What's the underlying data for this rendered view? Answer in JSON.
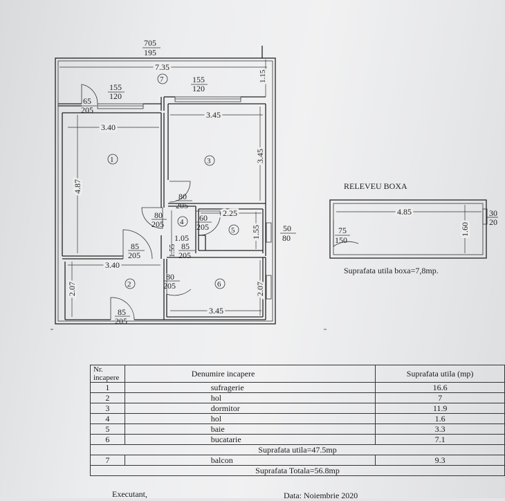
{
  "plan": {
    "overall_dim_top": "705",
    "overall_dim_bottom": "195",
    "width_label": "7.35",
    "balcony_depth": "1.15",
    "room_markers": [
      "1",
      "2",
      "3",
      "4",
      "5",
      "6",
      "7"
    ],
    "dims": {
      "r1_width": "3.40",
      "r1_height": "4.87",
      "r3_width": "3.45",
      "r3_height": "3.45",
      "r2_width": "3.40",
      "r2_height": "2.07",
      "r6_width": "3.45",
      "r6_height": "2.07",
      "r5_width": "2.25",
      "r5_height": "1.55",
      "r4_width": "1.05",
      "r4_height": "1.55"
    },
    "openings": [
      {
        "top": "155",
        "bottom": "120"
      },
      {
        "top": "155",
        "bottom": "120"
      },
      {
        "top": "65",
        "bottom": "205"
      },
      {
        "top": "80",
        "bottom": "205"
      },
      {
        "top": "80",
        "bottom": "205"
      },
      {
        "top": "60",
        "bottom": "205"
      },
      {
        "top": "85",
        "bottom": "205"
      },
      {
        "top": "85",
        "bottom": "205"
      },
      {
        "top": "80",
        "bottom": "205"
      },
      {
        "top": "85",
        "bottom": "205"
      },
      {
        "top": "50",
        "bottom": "80"
      }
    ]
  },
  "boxa": {
    "title": "RELEVEU BOXA",
    "width_label": "4.85",
    "height_label": "1.60",
    "door": {
      "top": "75",
      "bottom": "150"
    },
    "window": {
      "top": "30",
      "bottom": "20"
    },
    "surface": "Suprafata utila boxa=7,8mp."
  },
  "table": {
    "header": {
      "nr": "Nr. incapere",
      "name": "Denumire incapere",
      "area": "Suprafata utila (mp)"
    },
    "rows": [
      {
        "nr": "1",
        "name": "sufragerie",
        "area": "16.6"
      },
      {
        "nr": "2",
        "name": "hol",
        "area": "7"
      },
      {
        "nr": "3",
        "name": "dormitor",
        "area": "11.9"
      },
      {
        "nr": "4",
        "name": "hol",
        "area": "1.6"
      },
      {
        "nr": "5",
        "name": "baie",
        "area": "3.3"
      },
      {
        "nr": "6",
        "name": "bucatarie",
        "area": "7.1"
      }
    ],
    "subtotal": "Suprafata utila=47.5mp",
    "balcony_row": {
      "nr": "7",
      "name": "balcon",
      "area": "9.3"
    },
    "total": "Suprafata Totala=56.8mp"
  },
  "footer": {
    "executant": "Executant,",
    "date": "Data: Noiembrie 2020"
  }
}
